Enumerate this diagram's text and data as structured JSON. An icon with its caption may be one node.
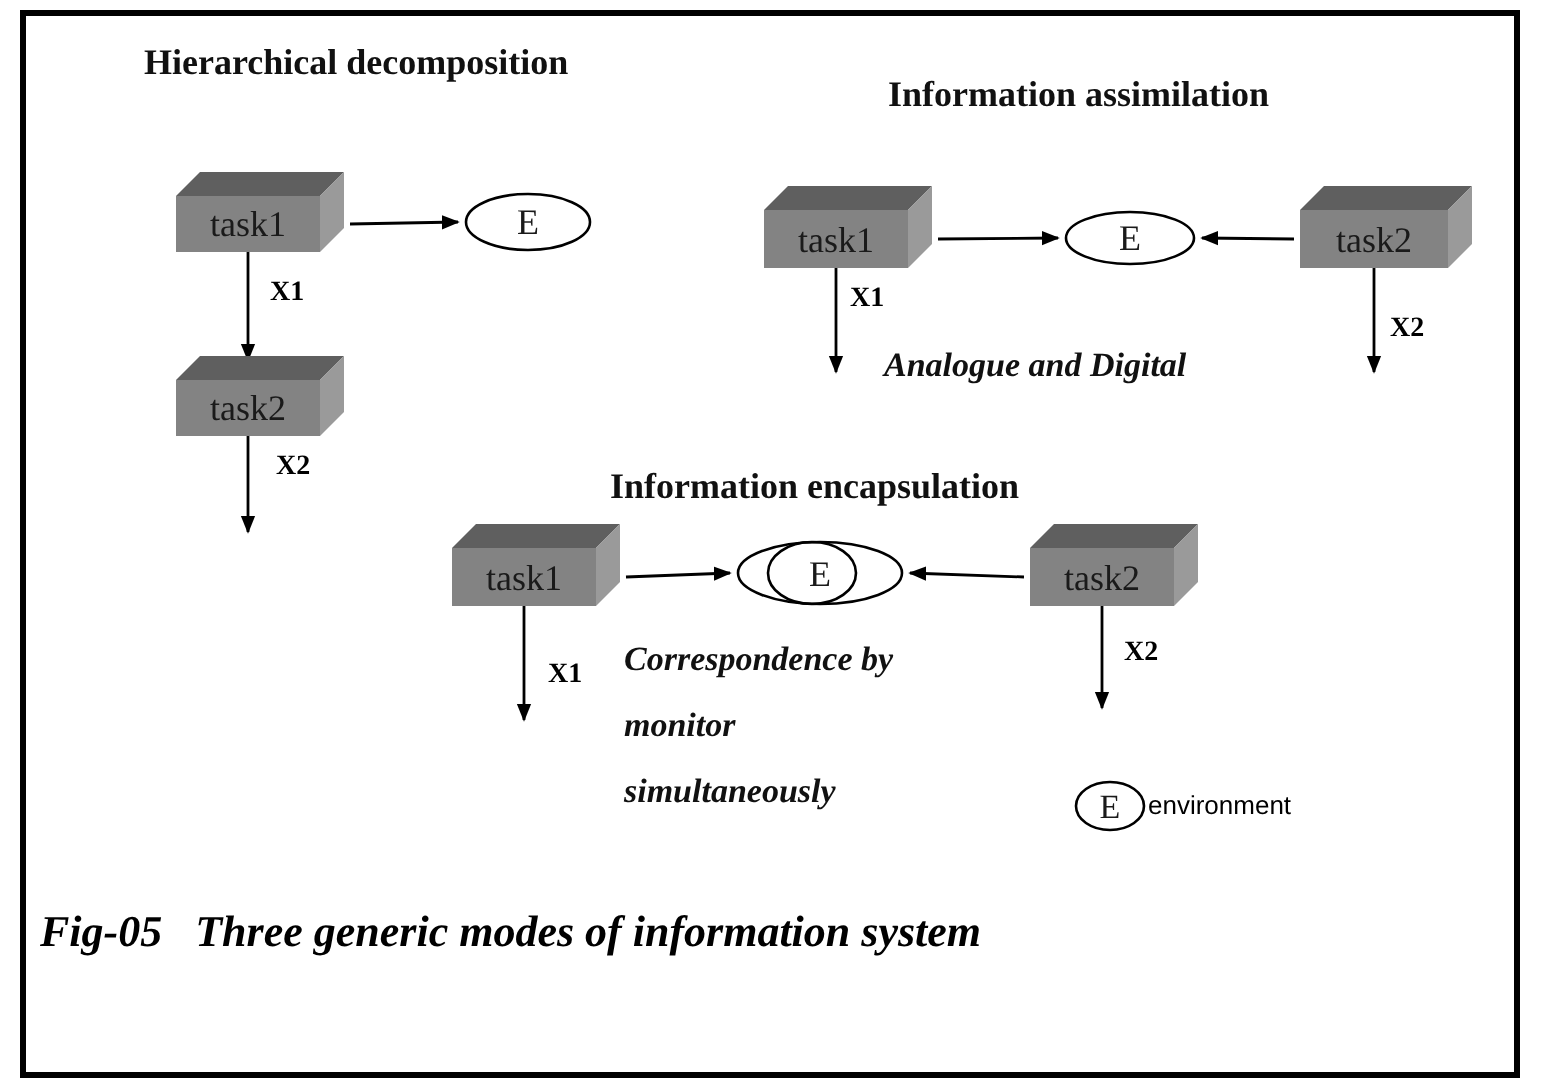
{
  "diagram": {
    "caption": "Fig-05   Three generic modes of information system",
    "nodes": [
      {
        "text": [
          "task1"
        ]
      },
      {
        "text": [
          "E"
        ]
      },
      {
        "text": [
          "task2"
        ]
      },
      {
        "text": [
          "task1"
        ]
      },
      {
        "text": [
          "E"
        ]
      },
      {
        "text": [
          "task2"
        ]
      },
      {
        "text": [
          "task1"
        ]
      },
      {
        "text": [
          "E"
        ]
      },
      {
        "text": [
          "task2"
        ]
      },
      {
        "text": [
          "E"
        ],
        "beside": [
          "environment"
        ]
      }
    ],
    "edges": [
      {
        "from": 0,
        "to": 1,
        "arrow": "to"
      },
      {
        "from": 0,
        "to": 2,
        "arrow": "to",
        "label": "X1"
      },
      {
        "from": 2,
        "to": null,
        "arrow": "to",
        "label": "X2"
      },
      {
        "from": 3,
        "to": 4,
        "arrow": "to"
      },
      {
        "from": 5,
        "to": 4,
        "arrow": "to"
      },
      {
        "from": 3,
        "to": null,
        "arrow": "to",
        "label": "X1"
      },
      {
        "from": 5,
        "to": null,
        "arrow": "to",
        "label": "X2"
      },
      {
        "from": 6,
        "to": 7,
        "arrow": "to"
      },
      {
        "from": 8,
        "to": 7,
        "arrow": "to"
      },
      {
        "from": 6,
        "to": null,
        "arrow": "to",
        "label": "X1"
      },
      {
        "from": 8,
        "to": null,
        "arrow": "to",
        "label": "X2"
      }
    ],
    "labels": [
      "Hierarchical decomposition",
      "Information assimilation",
      "Analogue and Digital",
      "Information encapsulation",
      "Correspondence by monitor simultaneously"
    ]
  }
}
